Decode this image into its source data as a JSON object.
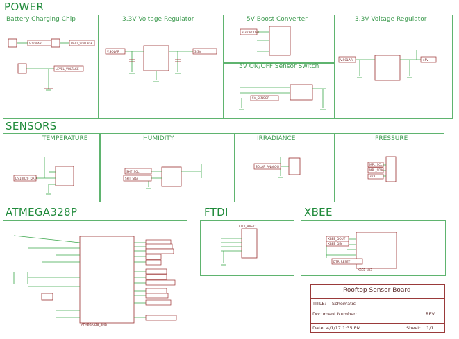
{
  "sections": {
    "power": "POWER",
    "sensors": "SENSORS",
    "atmega": "ATMEGA328P",
    "ftdi": "FTDI",
    "xbee": "XBEE"
  },
  "subsections": {
    "battery": "Battery Charging Chip",
    "reg1": "3.3V Voltage Regulator",
    "boost": "5V Boost Converter",
    "reg2": "3.3V Voltage Regulator",
    "onoff": "5V ON/OFF Sensor Switch",
    "temperature": "TEMPERATURE",
    "humidity": "HUMIDITY",
    "irradiance": "IRRADIANCE",
    "pressure": "PRESSURE"
  },
  "net_labels": {
    "vsolar": "V.SOLAR",
    "vbatt_bus": "BATT_VOLTAGE",
    "vlevel": "LEVEL_VOLTAGE",
    "vin_reg": "V.SOLAR",
    "v3v3": "3.3V",
    "v5v": "+5V",
    "vboost_in": "3.3V BOOST",
    "vsense": "5V_SENSOR",
    "temp_net": "DS18B20_DATA",
    "hum_net1": "SHT_SCL",
    "hum_net2": "SHT_SDA",
    "irr_net": "SOLAR_ANALOG",
    "press_net1": "MPL_SCL",
    "press_net2": "MPL_SDA",
    "press_net3": "3V3",
    "xbee_net1": "XBEE_DOUT",
    "xbee_net2": "XBEE_DIN",
    "xbee_net3": "DTR_RESET"
  },
  "ic_labels": {
    "atmega": "ATMEGA328_SMD",
    "xbee": "XBEE-1B3",
    "ftdi": "FTDI_BASIC"
  },
  "title_block": {
    "project": "Rooftop Sensor Board",
    "title_label": "TITLE:",
    "title_value": "Schematic",
    "docnum_label": "Document Number:",
    "rev_label": "REV:",
    "date_label": "Date:",
    "date_value": "4/1/17 1:35 PM",
    "sheet_label": "Sheet:",
    "sheet_value": "1/1"
  },
  "colors": {
    "section": "#1f8a3a",
    "frame": "#5fb46f",
    "wire": "#3aa64a",
    "part": "#9a2f2f",
    "title_block": "#9a3a3a"
  }
}
